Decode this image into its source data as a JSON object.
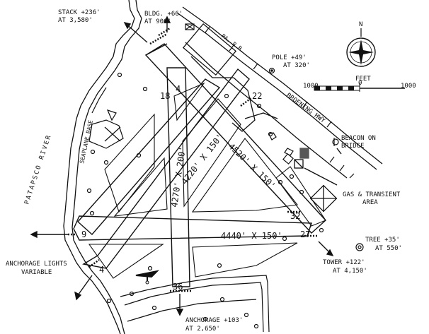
{
  "map": {
    "river": "PATAPSCO RIVER",
    "seaplane_base": "SEAPLANE BASE",
    "railroad": "PA. R.R.",
    "highway": "BROENING HWY",
    "runways": {
      "r1": "4270' X 200'",
      "r2": "4220' X 150'",
      "r3": "4520' X 150'",
      "r4": "4440' X 150'"
    },
    "runway_numbers": {
      "n18": "18",
      "n4": "4",
      "n22": "22",
      "n32": "32",
      "n27": "27",
      "n36": "36",
      "n9": "9",
      "n14": "4"
    },
    "obstacles": {
      "stack": {
        "name": "STACK +236'",
        "dist": "AT 3,580'"
      },
      "bldg": {
        "name": "BLDG. +66'",
        "dist": "AT 900'"
      },
      "pole": {
        "name": "POLE +49'",
        "dist": "AT 320'"
      },
      "tree": {
        "name": "TREE +35'",
        "dist": "AT 550'"
      },
      "tower": {
        "name": "TOWER +122'",
        "dist": "AT 4,150'"
      },
      "anchorage_s": {
        "name": "ANCHORAGE +103'",
        "dist": "AT 2,650'"
      }
    },
    "beacon": {
      "line1": "BEACON ON",
      "line2": "BRIDGE"
    },
    "gas": {
      "line1": "GAS & TRANSIENT",
      "line2": "AREA"
    },
    "anchorage_lights": {
      "line1": "ANCHORAGE LIGHTS",
      "line2": "VARIABLE"
    },
    "scale": {
      "title": "FEET",
      "left": "1000",
      "mid": "0",
      "right": "1000"
    },
    "compass": {
      "north": "N"
    }
  }
}
